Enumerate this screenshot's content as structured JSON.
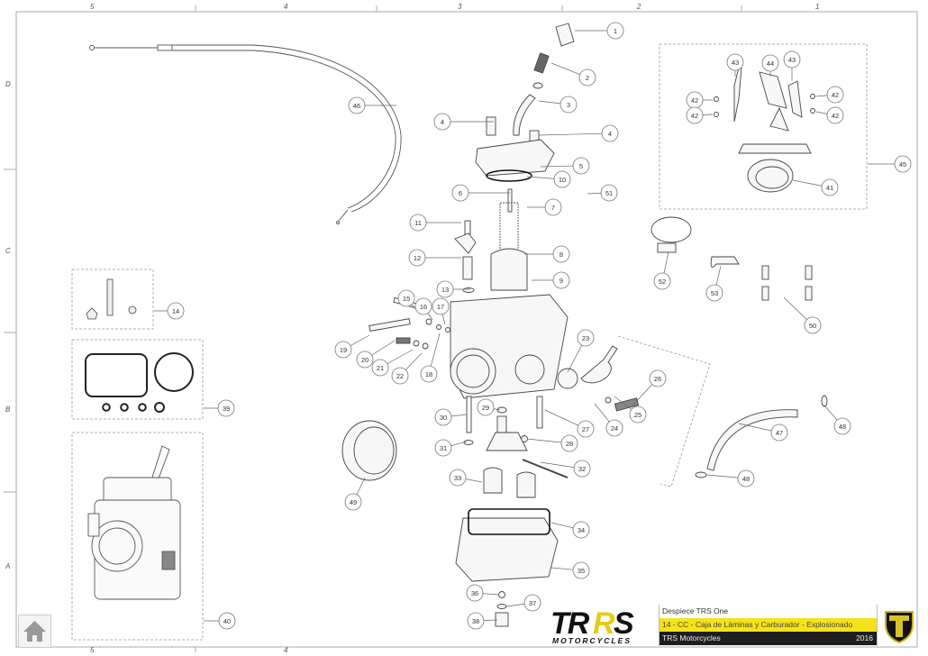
{
  "title_block": {
    "brand_main": "TRRS",
    "brand_sub": "MOTORCYCLES",
    "line1": "Despiece TRS One",
    "line2": "14 - CC - Caja de Láminas y Carburador - Explosionado",
    "line3_left": "TRS Motorcycles",
    "line3_right": "2016",
    "colors": {
      "yellow": "#f6e21a",
      "dark": "#1e1e1e",
      "emblem_gold": "#c9b21a"
    }
  },
  "frame": {
    "columns": [
      "5",
      "4",
      "3",
      "2",
      "1"
    ],
    "rows": [
      "D",
      "C",
      "B",
      "A"
    ],
    "bottom_columns": [
      "5",
      "4"
    ]
  },
  "nav": {
    "home_icon": "home-icon"
  },
  "callouts": [
    {
      "n": "1"
    },
    {
      "n": "2"
    },
    {
      "n": "3"
    },
    {
      "n": "4"
    },
    {
      "n": "4"
    },
    {
      "n": "5"
    },
    {
      "n": "6"
    },
    {
      "n": "7"
    },
    {
      "n": "8"
    },
    {
      "n": "9"
    },
    {
      "n": "10"
    },
    {
      "n": "11"
    },
    {
      "n": "12"
    },
    {
      "n": "13"
    },
    {
      "n": "14"
    },
    {
      "n": "15"
    },
    {
      "n": "16"
    },
    {
      "n": "17"
    },
    {
      "n": "18"
    },
    {
      "n": "19"
    },
    {
      "n": "20"
    },
    {
      "n": "21"
    },
    {
      "n": "22"
    },
    {
      "n": "23"
    },
    {
      "n": "24"
    },
    {
      "n": "25"
    },
    {
      "n": "26"
    },
    {
      "n": "27"
    },
    {
      "n": "28"
    },
    {
      "n": "29"
    },
    {
      "n": "30"
    },
    {
      "n": "31"
    },
    {
      "n": "32"
    },
    {
      "n": "33"
    },
    {
      "n": "34"
    },
    {
      "n": "35"
    },
    {
      "n": "36"
    },
    {
      "n": "37"
    },
    {
      "n": "38"
    },
    {
      "n": "39"
    },
    {
      "n": "40"
    },
    {
      "n": "41"
    },
    {
      "n": "42"
    },
    {
      "n": "42"
    },
    {
      "n": "42"
    },
    {
      "n": "42"
    },
    {
      "n": "43"
    },
    {
      "n": "43"
    },
    {
      "n": "44"
    },
    {
      "n": "45"
    },
    {
      "n": "46"
    },
    {
      "n": "47"
    },
    {
      "n": "48"
    },
    {
      "n": "48"
    },
    {
      "n": "49"
    },
    {
      "n": "50"
    },
    {
      "n": "51"
    },
    {
      "n": "52"
    },
    {
      "n": "53"
    }
  ]
}
